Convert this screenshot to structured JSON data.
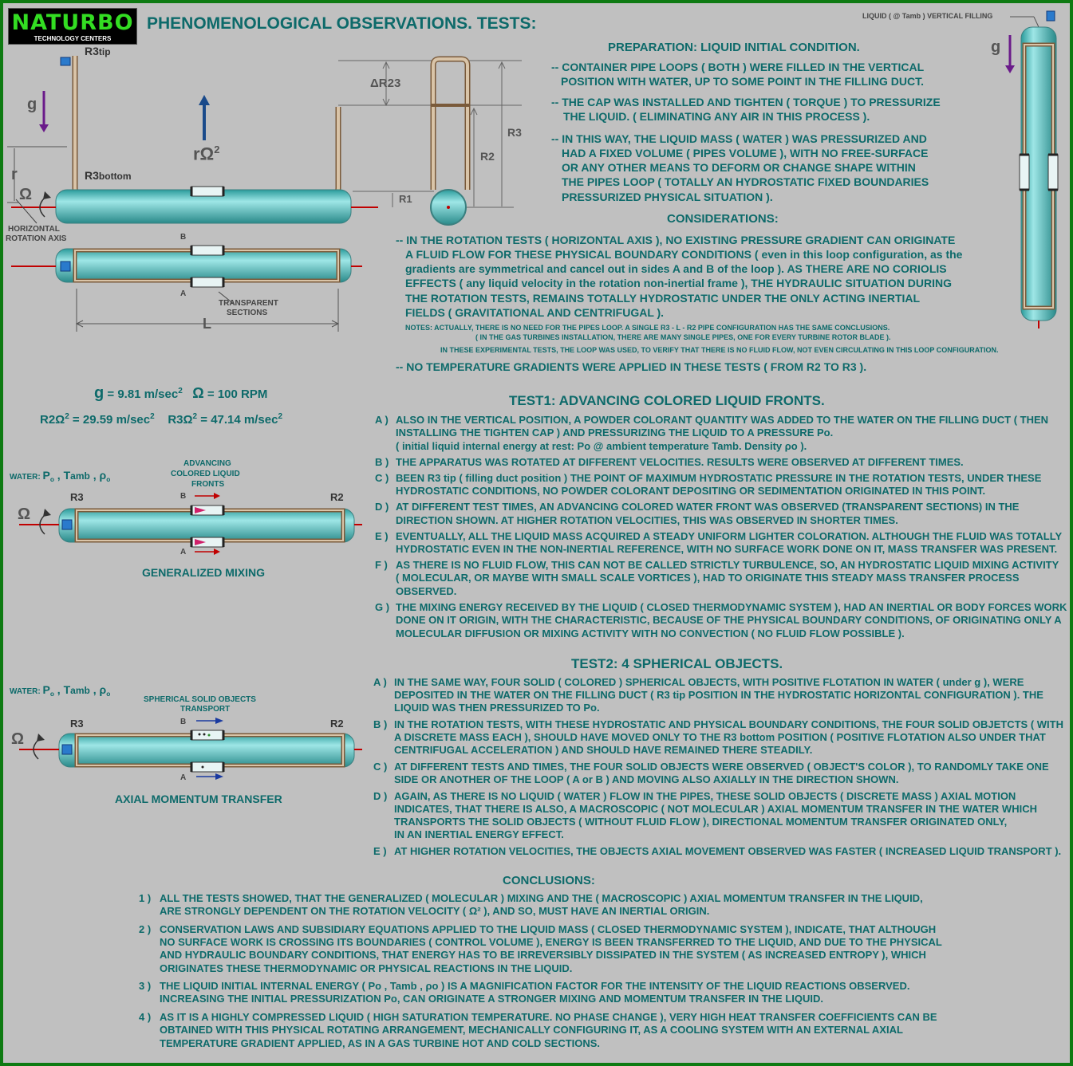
{
  "logo": {
    "name": "NATURBO",
    "sub": "TECHNOLOGY CENTERS"
  },
  "title": "PHENOMENOLOGICAL OBSERVATIONS. TESTS:",
  "diagram1": {
    "r3tip": "R3",
    "tip": "tip",
    "g": "g",
    "romega": "rΩ",
    "sup2": "2",
    "r3bottom": "R3",
    "bottom": "bottom",
    "r": "r",
    "omega": "Ω",
    "axis1": "HORIZONTAL",
    "axis2": "ROTATION AXIS",
    "dR23": "ΔR23",
    "R3": "R3",
    "R2": "R2",
    "R1": "R1",
    "b": "B",
    "a": "A",
    "trans1": "TRANSPARENT",
    "trans2": "SECTIONS",
    "L": "L"
  },
  "vertical": {
    "label": "LIQUID  ( @ Tamb ) VERTICAL FILLING",
    "g": "g"
  },
  "preparation": {
    "heading": "PREPARATION: LIQUID INITIAL CONDITION.",
    "lines": [
      "-- CONTAINER PIPE LOOPS ( BOTH ) WERE FILLED IN THE VERTICAL",
      "POSITION WITH WATER,  UP TO SOME POINT IN THE FILLING DUCT.",
      "-- THE CAP WAS INSTALLED AND TIGHTEN ( TORQUE ) TO PRESSURIZE",
      "THE LIQUID. ( ELIMINATING ANY AIR IN THIS PROCESS ).",
      "-- IN THIS WAY, THE LIQUID MASS ( WATER ) WAS PRESSURIZED AND",
      "HAD A FIXED VOLUME ( PIPES VOLUME ), WITH NO FREE-SURFACE",
      "OR ANY OTHER MEANS TO DEFORM OR CHANGE SHAPE WITHIN",
      "THE PIPES LOOP ( TOTALLY AN HYDROSTATIC FIXED BOUNDARIES",
      "PRESSURIZED PHYSICAL SITUATION )."
    ]
  },
  "considerations": {
    "heading": "CONSIDERATIONS:",
    "lines": [
      "-- IN THE ROTATION TESTS ( HORIZONTAL AXIS ), NO EXISTING PRESSURE GRADIENT CAN ORIGINATE",
      "A FLUID FLOW FOR THESE PHYSICAL BOUNDARY CONDITIONS ( even in this loop configuration, as the",
      "gradients are symmetrical and cancel out in sides A and B of the loop ).  AS THERE ARE NO CORIOLIS",
      "EFFECTS ( any liquid velocity in the rotation non-inertial frame ), THE HYDRAULIC SITUATION DURING",
      "THE ROTATION TESTS, REMAINS TOTALLY HYDROSTATIC UNDER THE ONLY ACTING INERTIAL",
      "FIELDS ( GRAVITATIONAL AND CENTRIFUGAL )."
    ],
    "notes": [
      "NOTES:  ACTUALLY, THERE IS NO NEED FOR THE PIPES LOOP.  A SINGLE  R3 - L - R2  PIPE CONFIGURATION HAS THE SAME CONCLUSIONS.",
      "( IN THE GAS TURBINES INSTALLATION, THERE ARE MANY SINGLE PIPES, ONE FOR EVERY TURBINE ROTOR BLADE ).",
      "IN THESE EXPERIMENTAL TESTS, THE LOOP WAS USED, TO VERIFY THAT THERE IS NO FLUID FLOW,  NOT EVEN CIRCULATING IN THIS LOOP CONFIGURATION."
    ],
    "last": "-- NO TEMPERATURE GRADIENTS WERE APPLIED IN THESE TESTS ( FROM R2 TO R3 )."
  },
  "params": {
    "line1a": "g",
    "line1b": " = 9.81 m/sec",
    "line1c": "2",
    "line1d": "Ω",
    "line1e": " = 100 RPM",
    "line2a": "R2Ω",
    "line2b": "2",
    "line2c": " = 29.59 m/sec",
    "line2d": "2",
    "line2e": "R3Ω",
    "line2f": "2",
    "line2g": " = 47.14 m/sec",
    "line2h": "2"
  },
  "fig2": {
    "water": "WATER:",
    "p": "P",
    "o": "o",
    "tamb": " , T",
    "amb": "amb",
    "rho": " , ρ",
    "rho_o": "o",
    "adv1": "ADVANCING",
    "adv2": "COLORED  LIQUID",
    "adv3": "FRONTS",
    "R3": "R3",
    "R2": "R2",
    "b": "B",
    "a": "A",
    "omega": "Ω",
    "caption": "GENERALIZED MIXING"
  },
  "fig3": {
    "water": "WATER:",
    "p": "P",
    "o": "o",
    "tamb": " , T",
    "amb": "amb",
    "rho": " , ρ",
    "rho_o": "o",
    "sph1": "SPHERICAL  SOLID  OBJECTS",
    "sph2": "TRANSPORT",
    "R3": "R3",
    "R2": "R2",
    "b": "B",
    "a": "A",
    "omega": "Ω",
    "caption": "AXIAL MOMENTUM TRANSFER"
  },
  "test1": {
    "heading": "TEST1:  ADVANCING COLORED LIQUID FRONTS.",
    "lines": [
      [
        "A )",
        "ALSO IN THE VERTICAL POSITION, A POWDER COLORANT QUANTITY WAS ADDED TO THE WATER ON THE FILLING DUCT ( THEN"
      ],
      [
        "",
        "INSTALLING THE TIGHTEN CAP ) AND PRESSURIZING THE LIQUID TO A PRESSURE Po."
      ],
      [
        "",
        "( initial liquid internal energy at rest:  Po @ ambient temperature Tamb.  Density ρo )."
      ],
      [
        "B )",
        "THE APPARATUS WAS ROTATED AT DIFFERENT VELOCITIES. RESULTS WERE OBSERVED AT DIFFERENT TIMES."
      ],
      [
        "C )",
        "BEEN R3 tip ( filling duct position ) THE POINT OF MAXIMUM HYDROSTATIC PRESSURE IN THE ROTATION TESTS,  UNDER THESE"
      ],
      [
        "",
        "HYDROSTATIC CONDITIONS, NO POWDER COLORANT DEPOSITING OR SEDIMENTATION ORIGINATED IN THIS POINT."
      ],
      [
        "D )",
        "AT DIFFERENT TEST TIMES, AN ADVANCING COLORED WATER FRONT WAS OBSERVED (TRANSPARENT SECTIONS) IN THE"
      ],
      [
        "",
        "DIRECTION SHOWN.  AT HIGHER ROTATION VELOCITIES, THIS WAS OBSERVED IN SHORTER TIMES."
      ],
      [
        "E )",
        "EVENTUALLY, ALL THE LIQUID MASS ACQUIRED A STEADY UNIFORM LIGHTER COLORATION.  ALTHOUGH THE FLUID WAS TOTALLY"
      ],
      [
        "",
        "HYDROSTATIC EVEN IN THE NON-INERTIAL REFERENCE, WITH NO SURFACE WORK DONE ON IT, MASS TRANSFER WAS PRESENT."
      ],
      [
        "F )",
        "AS THERE IS NO FLUID FLOW, THIS CAN NOT BE CALLED STRICTLY TURBULENCE, SO, AN HYDROSTATIC LIQUID MIXING ACTIVITY"
      ],
      [
        "",
        "( MOLECULAR, OR MAYBE WITH SMALL SCALE VORTICES ), HAD TO ORIGINATE THIS STEADY MASS TRANSFER PROCESS"
      ],
      [
        "",
        "OBSERVED."
      ],
      [
        "G )",
        "THE MIXING ENERGY RECEIVED BY THE LIQUID ( CLOSED THERMODYNAMIC SYSTEM ), HAD AN INERTIAL OR BODY FORCES WORK"
      ],
      [
        "",
        "DONE ON IT ORIGIN, WITH THE CHARACTERISTIC, BECAUSE OF THE PHYSICAL BOUNDARY CONDITIONS, OF ORIGINATING ONLY A"
      ],
      [
        "",
        "MOLECULAR DIFFUSION OR MIXING ACTIVITY WITH NO CONVECTION ( NO FLUID FLOW POSSIBLE )."
      ]
    ]
  },
  "test2": {
    "heading": "TEST2:  4 SPHERICAL OBJECTS.",
    "lines": [
      [
        "A )",
        "IN THE SAME WAY, FOUR SOLID ( COLORED ) SPHERICAL OBJECTS, WITH POSITIVE FLOTATION IN WATER ( under g ), WERE"
      ],
      [
        "",
        "DEPOSITED IN THE WATER ON THE FILLING DUCT ( R3 tip POSITION IN THE HYDROSTATIC HORIZONTAL CONFIGURATION ).  THE"
      ],
      [
        "",
        "LIQUID WAS THEN PRESSURIZED TO Po."
      ],
      [
        "B )",
        "IN THE ROTATION TESTS, WITH THESE HYDROSTATIC AND PHYSICAL BOUNDARY CONDITIONS, THE FOUR SOLID OBJETCTS ( WITH"
      ],
      [
        "",
        "A DISCRETE MASS EACH ), SHOULD HAVE MOVED ONLY TO THE R3 bottom POSITION ( POSITIVE FLOTATION ALSO UNDER THAT"
      ],
      [
        "",
        "CENTRIFUGAL ACCELERATION ) AND SHOULD HAVE REMAINED THERE STEADILY."
      ],
      [
        "C )",
        "AT DIFFERENT TESTS AND TIMES, THE FOUR SOLID OBJECTS WERE OBSERVED ( OBJECT'S COLOR ), TO RANDOMLY TAKE ONE"
      ],
      [
        "",
        "SIDE OR ANOTHER OF THE LOOP ( A or B ) AND MOVING ALSO AXIALLY IN THE DIRECTION SHOWN."
      ],
      [
        "D )",
        "AGAIN, AS THERE IS NO LIQUID ( WATER ) FLOW IN THE PIPES, THESE SOLID OBJECTS ( DISCRETE MASS ) AXIAL MOTION"
      ],
      [
        "",
        "INDICATES, THAT THERE IS ALSO, A MACROSCOPIC ( NOT MOLECULAR ) AXIAL MOMENTUM TRANSFER IN THE WATER WHICH"
      ],
      [
        "",
        "TRANSPORTS THE SOLID OBJECTS ( WITHOUT FLUID FLOW ), DIRECTIONAL MOMENTUM TRANSFER ORIGINATED ONLY,"
      ],
      [
        "",
        "IN AN INERTIAL ENERGY  EFFECT."
      ],
      [
        "E )",
        "AT HIGHER ROTATION VELOCITIES, THE OBJECTS AXIAL MOVEMENT OBSERVED WAS FASTER ( INCREASED LIQUID TRANSPORT )."
      ]
    ]
  },
  "conclusions": {
    "heading": "CONCLUSIONS:",
    "lines": [
      [
        "1 )",
        "ALL THE TESTS SHOWED, THAT THE GENERALIZED ( MOLECULAR ) MIXING AND THE ( MACROSCOPIC ) AXIAL MOMENTUM TRANSFER IN THE LIQUID,"
      ],
      [
        "",
        "ARE STRONGLY DEPENDENT ON THE ROTATION VELOCITY ( Ω² ), AND SO, MUST HAVE AN INERTIAL ORIGIN."
      ],
      [
        "2 )",
        "CONSERVATION LAWS AND SUBSIDIARY EQUATIONS APPLIED TO THE LIQUID MASS ( CLOSED THERMODYNAMIC SYSTEM ), INDICATE, THAT ALTHOUGH"
      ],
      [
        "",
        "NO SURFACE WORK IS CROSSING ITS BOUNDARIES ( CONTROL VOLUME ), ENERGY IS BEEN TRANSFERRED TO THE LIQUID,  AND DUE TO THE PHYSICAL"
      ],
      [
        "",
        "AND HYDRAULIC BOUNDARY CONDITIONS, THAT ENERGY HAS TO BE IRREVERSIBLY DISSIPATED IN THE SYSTEM ( AS INCREASED ENTROPY ), WHICH"
      ],
      [
        "",
        "ORIGINATES THESE THERMODYNAMIC OR PHYSICAL REACTIONS IN THE LIQUID."
      ],
      [
        "3 )",
        "THE LIQUID INITIAL INTERNAL ENERGY ( Po , Tamb , ρo ) IS A MAGNIFICATION FACTOR FOR THE INTENSITY OF THE LIQUID REACTIONS OBSERVED."
      ],
      [
        "",
        "INCREASING THE INITIAL PRESSURIZATION Po, CAN ORIGINATE A STRONGER MIXING AND MOMENTUM TRANSFER IN THE LIQUID."
      ],
      [
        "4 )",
        "AS IT IS A HIGHLY COMPRESSED LIQUID ( HIGH SATURATION TEMPERATURE. NO PHASE CHANGE ), VERY HIGH HEAT TRANSFER COEFFICIENTS CAN BE"
      ],
      [
        "",
        "OBTAINED WITH THIS PHYSICAL ROTATING ARRANGEMENT, MECHANICALLY CONFIGURING IT, AS A COOLING SYSTEM WITH AN EXTERNAL AXIAL"
      ],
      [
        "",
        "TEMPERATURE GRADIENT APPLIED, AS IN A GAS TURBINE HOT AND COLD SECTIONS."
      ]
    ]
  },
  "colors": {
    "frame": "#0e7a12",
    "bg": "#c0c0c0",
    "text": "#0d6a6a",
    "pipe": "#6fcfcf",
    "pipeWall": "#7a5a3a",
    "axis": "#c00000"
  }
}
